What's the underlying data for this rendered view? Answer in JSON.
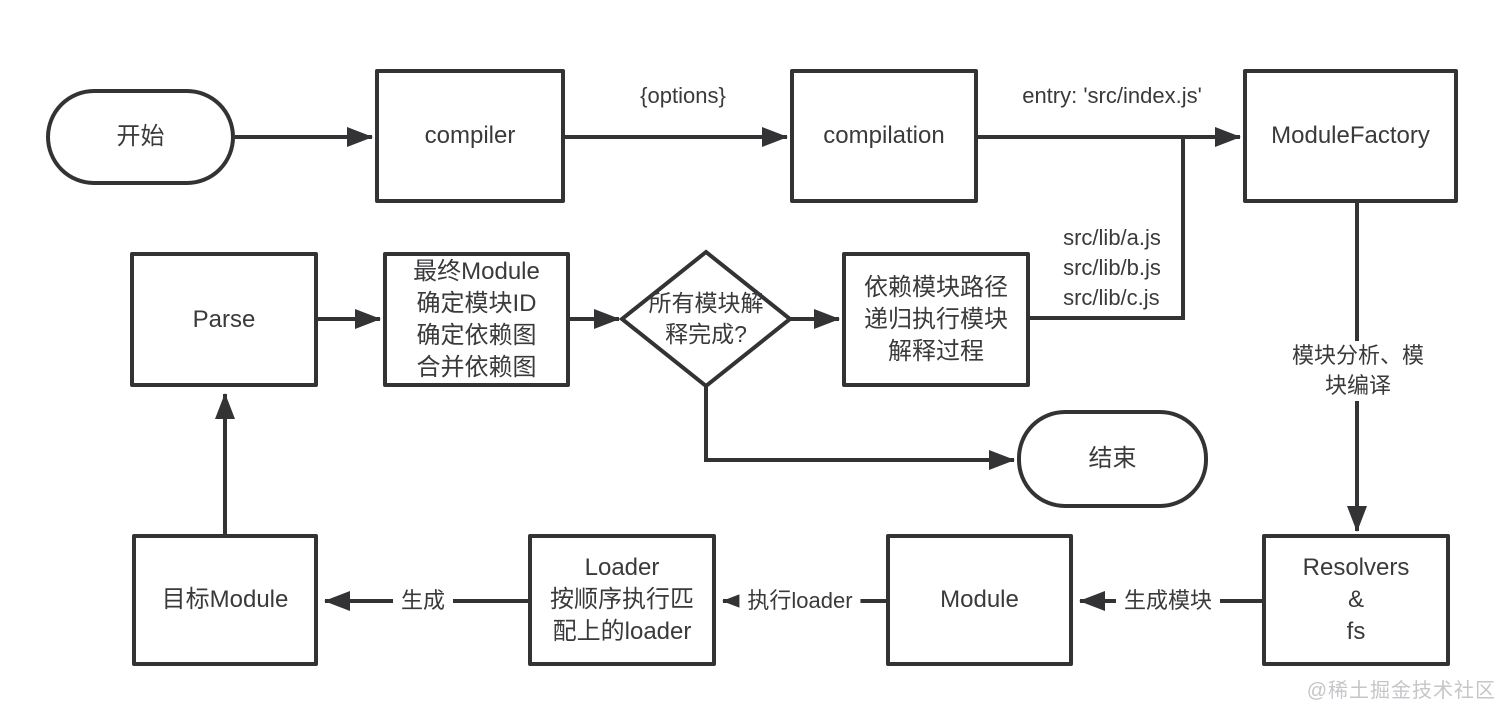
{
  "diagram": {
    "title_hint": "webpack 编译流程图",
    "nodes": {
      "start": "开始",
      "compiler": "compiler",
      "compilation": "compilation",
      "module_factory": "ModuleFactory",
      "parse": "Parse",
      "final_module_steps": "最终Module\n确定模块ID\n确定依赖图\n合并依赖图",
      "decision": "所有模块解\n释完成?",
      "dependency_steps": "依赖模块路径\n递归执行模块\n解释过程",
      "end": "结束",
      "target_module": "目标Module",
      "loader": "Loader\n按顺序执行匹\n配上的loader",
      "module": "Module",
      "resolvers": "Resolvers\n&\nfs"
    },
    "edge_labels": {
      "options": "{options}",
      "entry": "entry: 'src/index.js'",
      "src_libs": "src/lib/a.js\nsrc/lib/b.js\nsrc/lib/c.js",
      "module_analysis": "模块分析、模块编译",
      "generate": "生成",
      "exec_loader": "执行loader",
      "generate_module": "生成模块"
    },
    "watermark": "@稀土掘金技术社区",
    "colors": {
      "stroke": "#333336",
      "text": "#3a3a3c",
      "watermark": "#c6c6ca",
      "background": "#ffffff"
    }
  }
}
